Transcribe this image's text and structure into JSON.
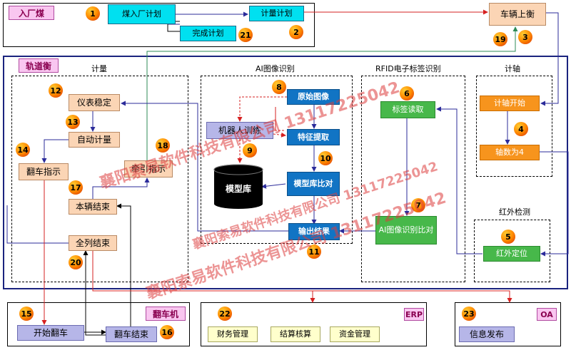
{
  "tags": {
    "coal_in": "入厂煤",
    "track_scale": "轨道衡",
    "dumper": "翻车机",
    "erp": "ERP",
    "oa": "OA"
  },
  "sections": {
    "measure": "计量",
    "ai": "AI图像识别",
    "rfid": "RFID电子标签识别",
    "axle": "计轴",
    "ir": "红外检测"
  },
  "nodes": {
    "coal_plan": "煤入厂计划",
    "measure_plan": "计量计划",
    "complete_plan": "完成计划",
    "vehicle_on_scale": "车辆上衡",
    "meter_stable": "仪表稳定",
    "auto_measure": "自动计量",
    "dump_indicate": "翻车指示",
    "traction_indicate": "牵引指示",
    "vehicle_end": "本辆结束",
    "train_end": "全列结束",
    "original_image": "原始图像",
    "robot_train": "机器人训练",
    "feature_extract": "特征提取",
    "model_db": "模型库",
    "model_compare": "模型库比对",
    "output_result": "输出结果",
    "tag_read": "标签读取",
    "ai_compare": "AI图像识别比对",
    "axle_start": "计轴开始",
    "axle_count": "轴数为4",
    "ir_position": "红外定位",
    "start_dump": "开始翻车",
    "dump_end": "翻车结束",
    "finance": "财务管理",
    "settlement": "结算核算",
    "fund": "资金管理",
    "info_publish": "信息发布"
  },
  "badges": [
    "1",
    "2",
    "3",
    "4",
    "5",
    "6",
    "7",
    "8",
    "9",
    "10",
    "11",
    "12",
    "13",
    "14",
    "15",
    "16",
    "17",
    "18",
    "19",
    "20",
    "21",
    "22",
    "23"
  ],
  "watermarks": [
    "襄阳索易软件科技有限公司 13117225042",
    "襄阳索易软件科技有限公司 13117225042",
    "襄阳索易软件科技有限公司 13117225042"
  ],
  "colors": {
    "cyan": "#00e0f0",
    "blue": "#1174c4",
    "green": "#47b84a",
    "orange": "#f7941d",
    "peach": "#fbd5b5",
    "lavender": "#b6b6e8",
    "frame": "#1a237e",
    "red_line": "#d62020"
  }
}
